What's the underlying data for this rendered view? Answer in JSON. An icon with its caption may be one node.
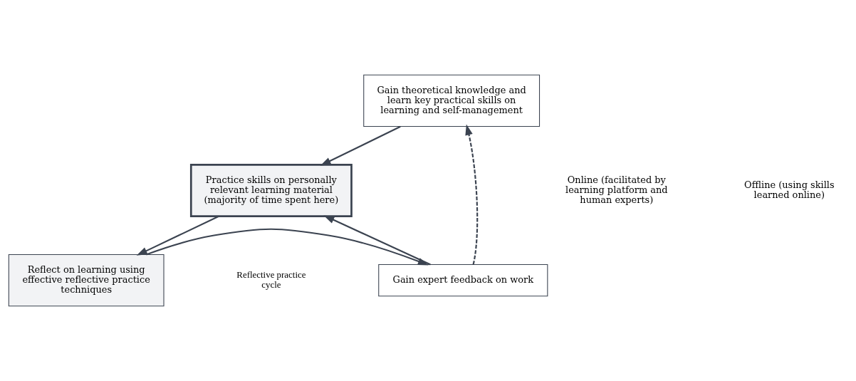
{
  "diagram": {
    "nodes": [
      {
        "text": [
          "Gain theoretical knowledge and learn key practical skills on learning and self-management"
        ]
      },
      {
        "text": [
          "Practice skills on personally relevant learning material (majority of time spent here)"
        ]
      },
      {
        "text": [
          "Reflect on learning using effective reflective practice techniques"
        ]
      },
      {
        "text": [
          "Gain expert feedback on work"
        ]
      }
    ],
    "edges": [
      {
        "from": 0,
        "to": 1,
        "arrow": "to"
      },
      {
        "from": 1,
        "to": 2,
        "arrow": "to"
      },
      {
        "from": 2,
        "to": 3,
        "arrow": "to"
      },
      {
        "from": 3,
        "to": 1,
        "arrow": "to"
      },
      {
        "from": 3,
        "to": 0,
        "arrow": "to",
        "style": "dashed"
      }
    ],
    "labels": [
      "Online (facilitated by learning platform and human experts)",
      "Reflective practice cycle",
      "Offline (using skills learned online)"
    ]
  }
}
